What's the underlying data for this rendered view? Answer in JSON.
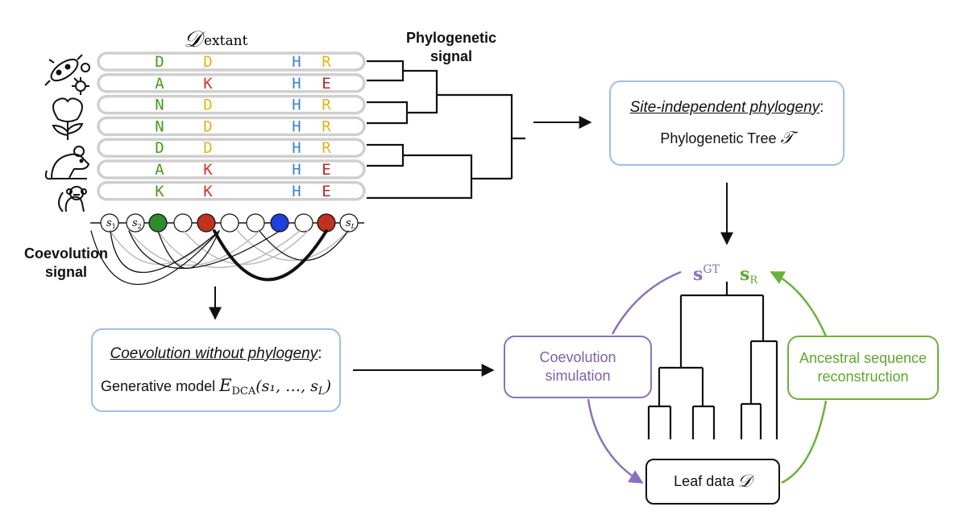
{
  "title": {
    "symbol": "𝒟",
    "subscript": "extant"
  },
  "labels": {
    "phylo_line1": "Phylogenetic",
    "phylo_line2": "signal",
    "coev_line1": "Coevolution",
    "coev_line2": "signal"
  },
  "sequences": [
    {
      "residues": [
        "D",
        "D",
        "H",
        "R"
      ],
      "colors": [
        "#4c9a1e",
        "#e0b51a",
        "#3b82d6",
        "#e0b51a"
      ]
    },
    {
      "residues": [
        "A",
        "K",
        "H",
        "E"
      ],
      "colors": [
        "#4c9a1e",
        "#d9352a",
        "#3b82d6",
        "#c0271f"
      ]
    },
    {
      "residues": [
        "N",
        "D",
        "H",
        "R"
      ],
      "colors": [
        "#4c9a1e",
        "#e0b51a",
        "#3b82d6",
        "#e0b51a"
      ]
    },
    {
      "residues": [
        "N",
        "D",
        "H",
        "R"
      ],
      "colors": [
        "#4c9a1e",
        "#e0b51a",
        "#3b82d6",
        "#e0b51a"
      ]
    },
    {
      "residues": [
        "D",
        "D",
        "H",
        "R"
      ],
      "colors": [
        "#4c9a1e",
        "#e0b51a",
        "#3b82d6",
        "#e0b51a"
      ]
    },
    {
      "residues": [
        "A",
        "K",
        "H",
        "E"
      ],
      "colors": [
        "#4c9a1e",
        "#d9352a",
        "#3b82d6",
        "#c0271f"
      ]
    },
    {
      "residues": [
        "K",
        "K",
        "H",
        "E"
      ],
      "colors": [
        "#4c9a1e",
        "#d9352a",
        "#3b82d6",
        "#c0271f"
      ]
    }
  ],
  "organisms": [
    {
      "icon": "bacteria-icon"
    },
    {
      "icon": "flower-icon"
    },
    {
      "icon": "mouse-icon"
    },
    {
      "icon": "monkey-icon"
    }
  ],
  "sites": {
    "labels": [
      {
        "base": "s",
        "sub": "1"
      },
      {
        "base": "s",
        "sub": "2"
      },
      {
        "base": "",
        "sub": ""
      },
      {
        "base": "",
        "sub": ""
      },
      {
        "base": "",
        "sub": ""
      },
      {
        "base": "",
        "sub": ""
      },
      {
        "base": "",
        "sub": ""
      },
      {
        "base": "",
        "sub": ""
      },
      {
        "base": "",
        "sub": ""
      },
      {
        "base": "",
        "sub": ""
      },
      {
        "base": "s",
        "sub": "L"
      }
    ],
    "fills": [
      "#ffffff",
      "#ffffff",
      "#2e8b2e",
      "#ffffff",
      "#c0311e",
      "#ffffff",
      "#ffffff",
      "#1f3fe0",
      "#ffffff",
      "#c0311e",
      "#ffffff"
    ]
  },
  "site_independent_box": {
    "title": "Site-independent phylogeny",
    "colon": ":",
    "text": "Phylogenetic Tree",
    "symbol": "𝒯"
  },
  "coevolution_box": {
    "title": "Coevolution without phylogeny",
    "colon": ":",
    "text": "Generative model",
    "formula_E": "E",
    "formula_sub": "DCA",
    "formula_args": "(s₁, …, s",
    "formula_args_sub": "L",
    "formula_close": ")"
  },
  "simulation_box": {
    "line1": "Coevolution",
    "line2": "simulation"
  },
  "reconstruction_box": {
    "line1": "Ancestral sequence",
    "line2": "reconstruction"
  },
  "leaf_box": {
    "text": "Leaf data",
    "symbol": "𝒟"
  },
  "root_labels": {
    "gt_base": "s",
    "gt_sup": "GT",
    "r_base": "s",
    "r_sub": "R"
  },
  "colors": {
    "purple": "#8a71bf",
    "green": "#6ab23c",
    "blue_border": "#9fbfe6",
    "pill_border": "#cfcfcf"
  }
}
